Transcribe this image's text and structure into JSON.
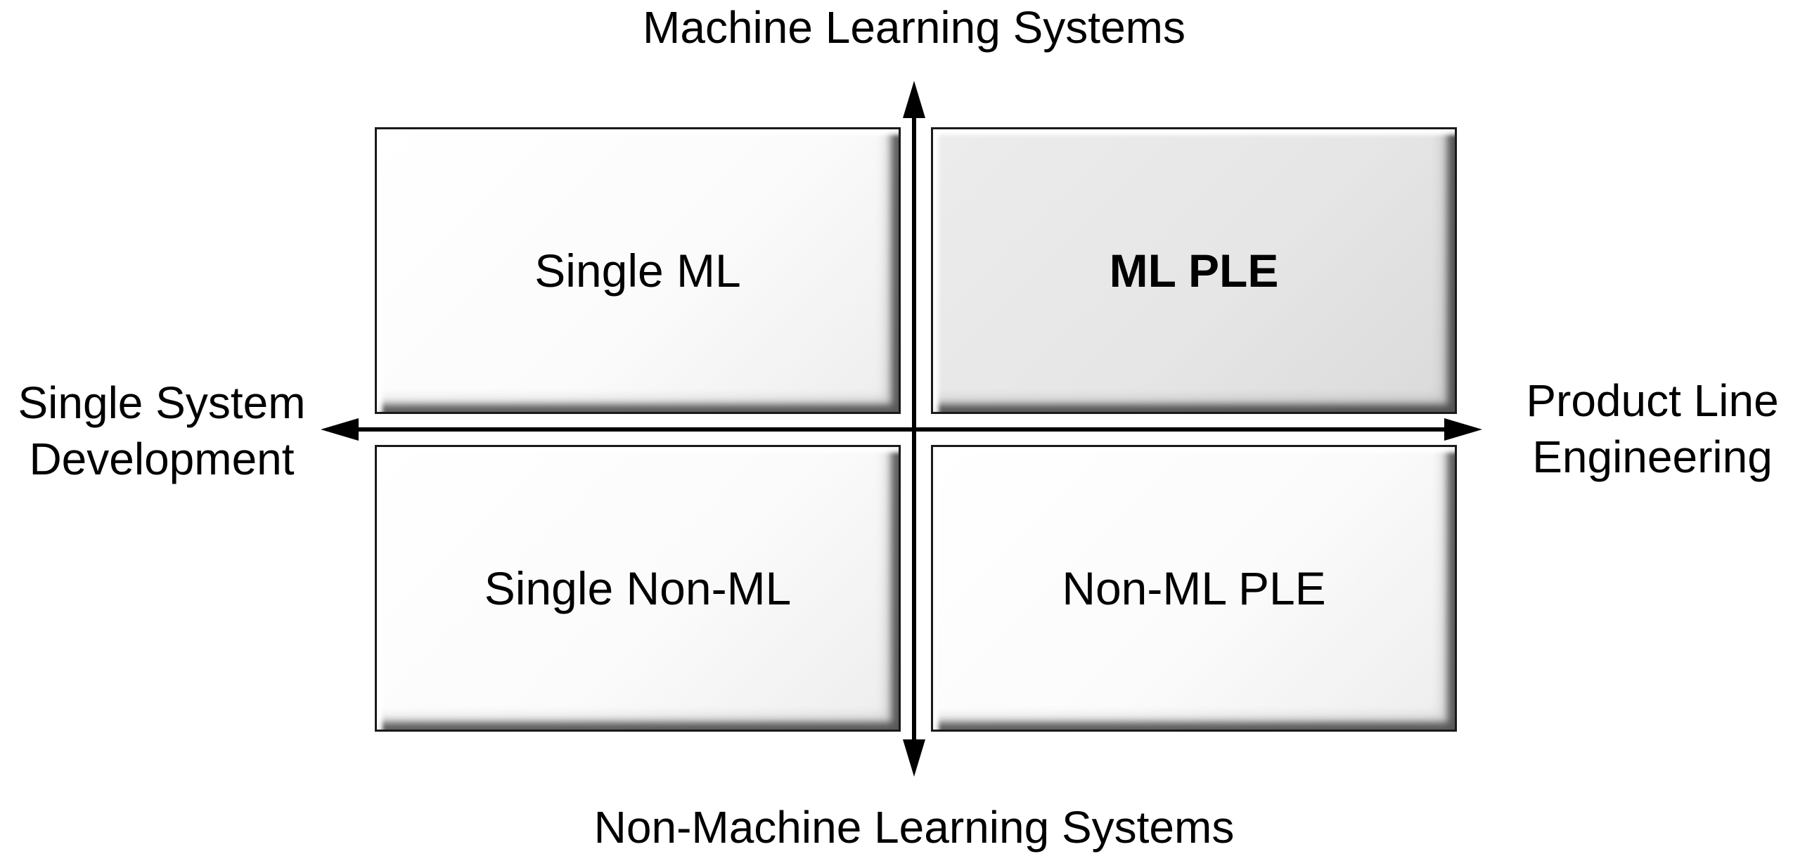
{
  "axes": {
    "top_label": "Machine Learning Systems",
    "bottom_label": "Non-Machine Learning Systems",
    "left_label": [
      "Single System",
      "Development"
    ],
    "right_label": [
      "Product Line",
      "Engineering"
    ]
  },
  "quadrants": {
    "top_left": "Single ML",
    "top_right": "ML PLE",
    "bottom_left": "Single Non-ML",
    "bottom_right": "Non-ML PLE"
  },
  "colors": {
    "highlight_fill": "#e6e6e6",
    "plain_fill": "#ffffff",
    "axis": "#000000"
  }
}
